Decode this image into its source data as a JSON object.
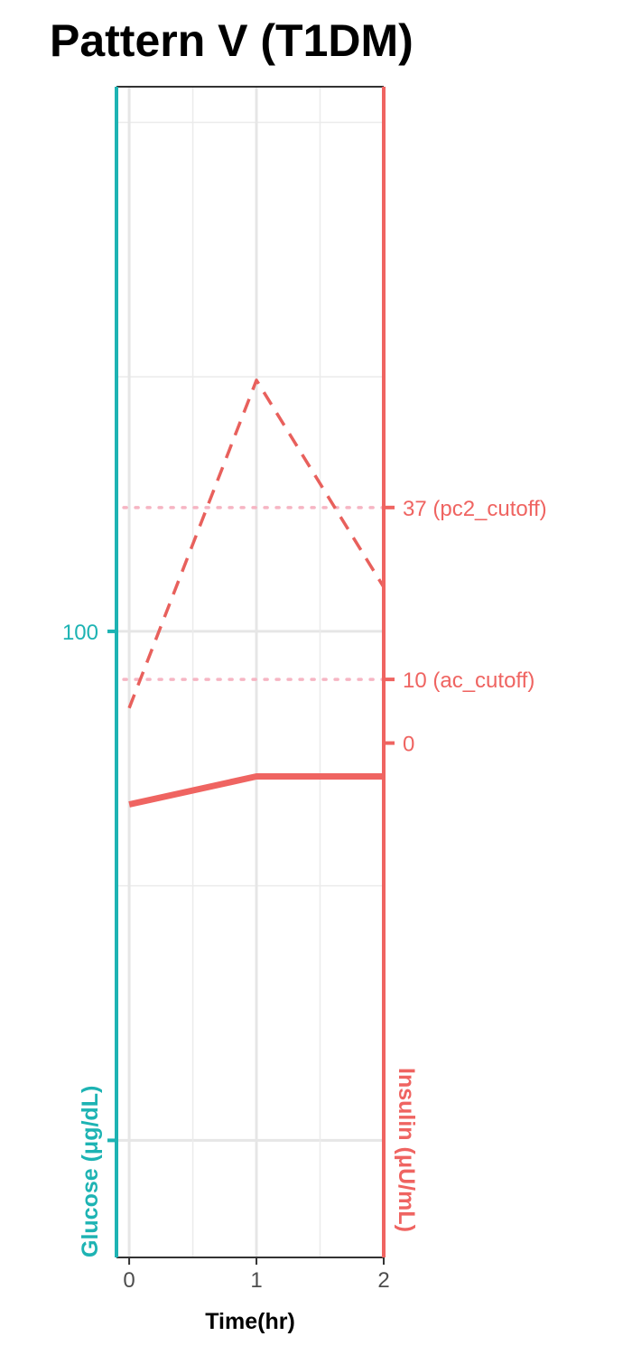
{
  "chart_data": {
    "type": "line",
    "title": "Pattern V (T1DM)",
    "xlabel": "Time(hr)",
    "ylabel_left": "Glucose (μg/dL)",
    "ylabel_right": "Insulin (μU/mL)",
    "x": [
      0,
      1,
      2
    ],
    "x_ticks": [
      "0",
      "1",
      "2"
    ],
    "xlim": [
      -0.1,
      2.0
    ],
    "left_axis": {
      "ylim": [
        -23,
        207
      ],
      "ticks": [
        {
          "value": 100,
          "label": "100"
        },
        {
          "value": 0,
          "label": ""
        }
      ],
      "major_grid": [
        0,
        100
      ],
      "minor_grid": [
        50,
        150,
        200
      ],
      "color": "#1db3b3"
    },
    "right_axis": {
      "ylim": [
        -80.8,
        103.1
      ],
      "ticks": [
        {
          "value": 37,
          "label": "37 (pc2_cutoff)"
        },
        {
          "value": 10,
          "label": "10 (ac_cutoff)"
        },
        {
          "value": 0,
          "label": "0"
        }
      ],
      "color": "#ef6461"
    },
    "series": [
      {
        "axis": "right",
        "style": "dashed",
        "color": "#e8605c",
        "values": [
          5.5,
          57,
          24.5
        ]
      },
      {
        "axis": "left",
        "style": "solid",
        "color": "#ef6461",
        "values": [
          66,
          71.5,
          71.5
        ]
      }
    ],
    "reference_lines": [
      {
        "axis": "right",
        "value": 37,
        "style": "dotted",
        "color": "#f6b5c3"
      },
      {
        "axis": "right",
        "value": 10,
        "style": "dotted",
        "color": "#f6b5c3"
      }
    ],
    "grid": true,
    "legend": "none"
  }
}
